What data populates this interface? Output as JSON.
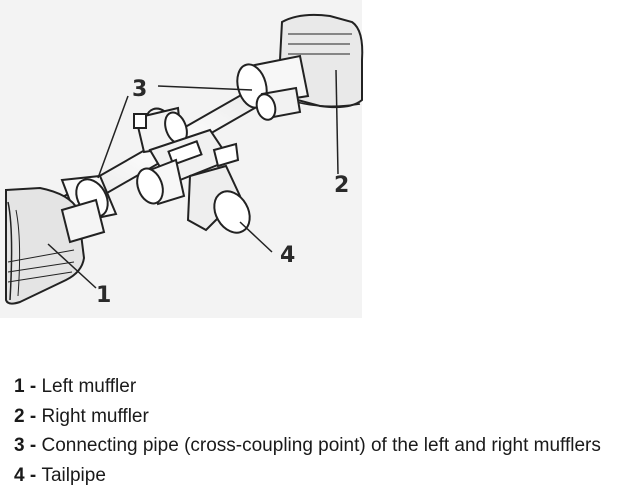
{
  "figure": {
    "callouts": [
      "1",
      "2",
      "3",
      "4"
    ]
  },
  "legend": {
    "items": [
      {
        "number": "1",
        "separator": " - ",
        "text": "Left muffler"
      },
      {
        "number": "2",
        "separator": " - ",
        "text": "Right muffler"
      },
      {
        "number": "3",
        "separator": " - ",
        "text": "Connecting pipe (cross-coupling point) of the left and right mufflers"
      },
      {
        "number": "4",
        "separator": " - ",
        "text": "Tailpipe"
      }
    ]
  }
}
